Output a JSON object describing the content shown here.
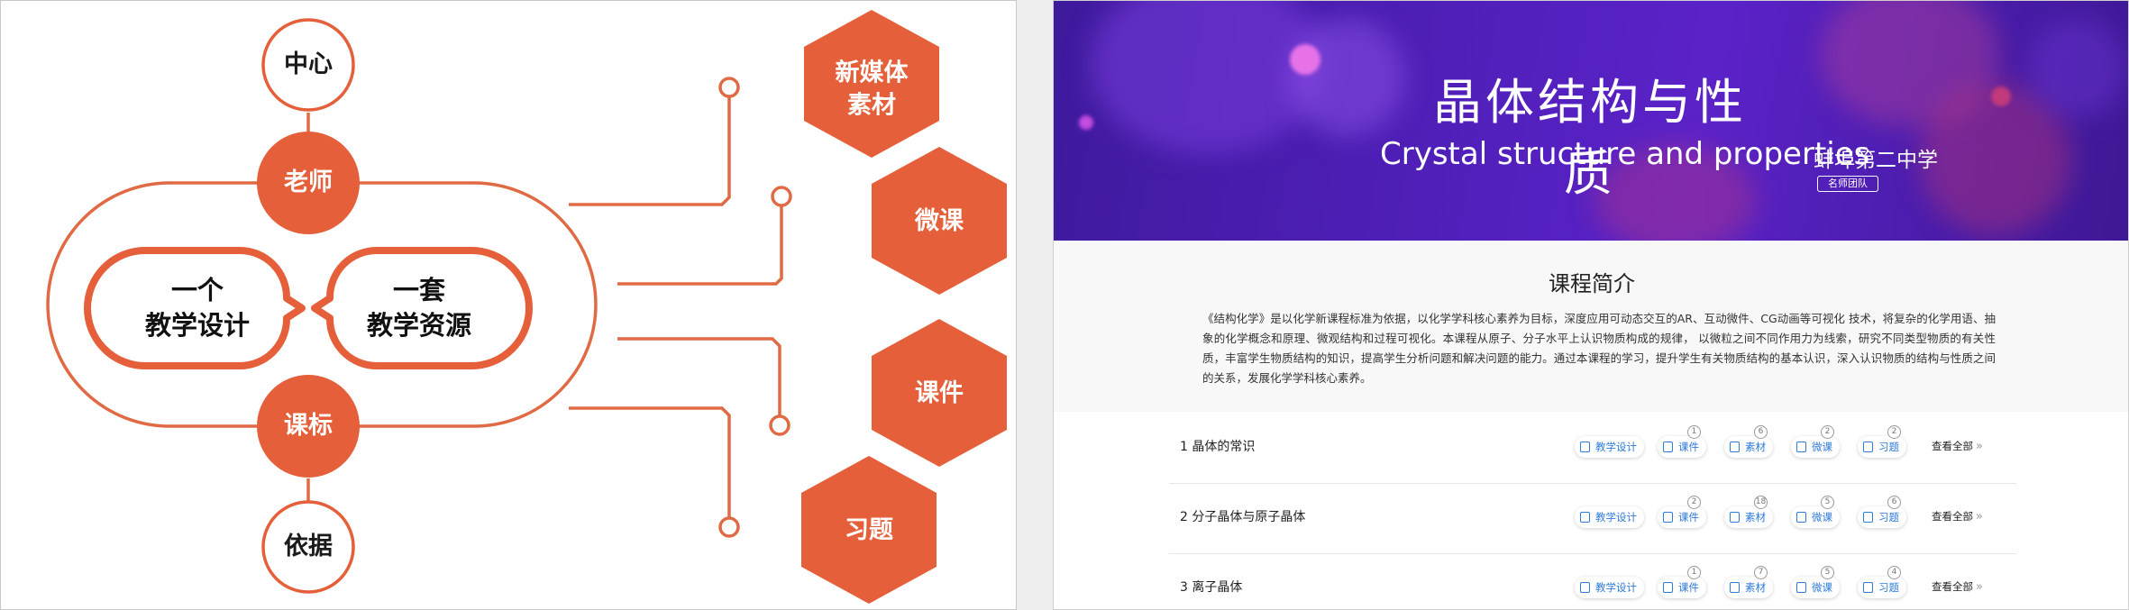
{
  "left_diagram": {
    "top_circle": "中心",
    "teacher": "老师",
    "bubble_left": [
      "一个",
      "教学设计"
    ],
    "bubble_right": [
      "一套",
      "教学资源"
    ],
    "standard": "课标",
    "bottom_circle": "依据",
    "hex": [
      {
        "lines": [
          "新媒体",
          "素材"
        ]
      },
      {
        "lines": [
          "微课"
        ]
      },
      {
        "lines": [
          "课件"
        ]
      },
      {
        "lines": [
          "习题"
        ]
      }
    ],
    "colors": {
      "accent": "#e5603a",
      "line": "#e06a44"
    }
  },
  "course_page": {
    "banner": {
      "title": "晶体结构与性质",
      "subtitle": "Crystal structure and properties",
      "school": "蚌埠第二中学",
      "badge": "名师团队"
    },
    "intro": {
      "title": "课程简介",
      "text": "《结构化学》是以化学新课程标准为依据，以化学学科核心素养为目标，深度应用可动态交互的AR、互动微件、CG动画等可视化 技术，将复杂的化学用语、抽象的化学概念和原理、微观结构和过程可视化。本课程从原子、分子水平上认识物质构成的规律， 以微粒之间不同作用力为线索，研究不同类型物质的有关性质，丰富学生物质结构的知识，提高学生分析问题和解决问题的能力。通过本课程的学习，提升学生有关物质结构的基本认识，深入认识物质的结构与性质之间的关系，发展化学学科核心素养。"
    },
    "view_all": "查看全部",
    "chapters": [
      {
        "title": "1 晶体的常识",
        "items": [
          {
            "label": "教学设计",
            "count": ""
          },
          {
            "label": "课件",
            "count": "1"
          },
          {
            "label": "素材",
            "count": "6"
          },
          {
            "label": "微课",
            "count": "2"
          },
          {
            "label": "习题",
            "count": "2"
          }
        ]
      },
      {
        "title": "2 分子晶体与原子晶体",
        "items": [
          {
            "label": "教学设计",
            "count": ""
          },
          {
            "label": "课件",
            "count": "2"
          },
          {
            "label": "素材",
            "count": "18"
          },
          {
            "label": "微课",
            "count": "5"
          },
          {
            "label": "习题",
            "count": "6"
          }
        ]
      },
      {
        "title": "3 离子晶体",
        "items": [
          {
            "label": "教学设计",
            "count": ""
          },
          {
            "label": "课件",
            "count": "1"
          },
          {
            "label": "素材",
            "count": "7"
          },
          {
            "label": "微课",
            "count": "5"
          },
          {
            "label": "习题",
            "count": "4"
          }
        ]
      }
    ]
  }
}
